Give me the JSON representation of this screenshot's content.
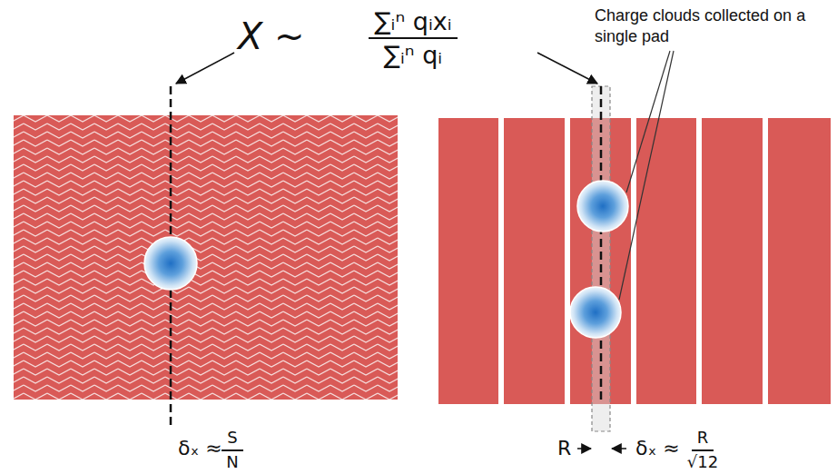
{
  "diagram": {
    "labels": [
      "X ~",
      "∑ᵢⁿ qᵢxᵢ",
      "∑ᵢⁿ qᵢ",
      "Charge clouds collected on a single pad",
      "δₓ ≈",
      "S",
      "N",
      "R",
      "δₓ ≈",
      "R",
      "√12"
    ]
  }
}
